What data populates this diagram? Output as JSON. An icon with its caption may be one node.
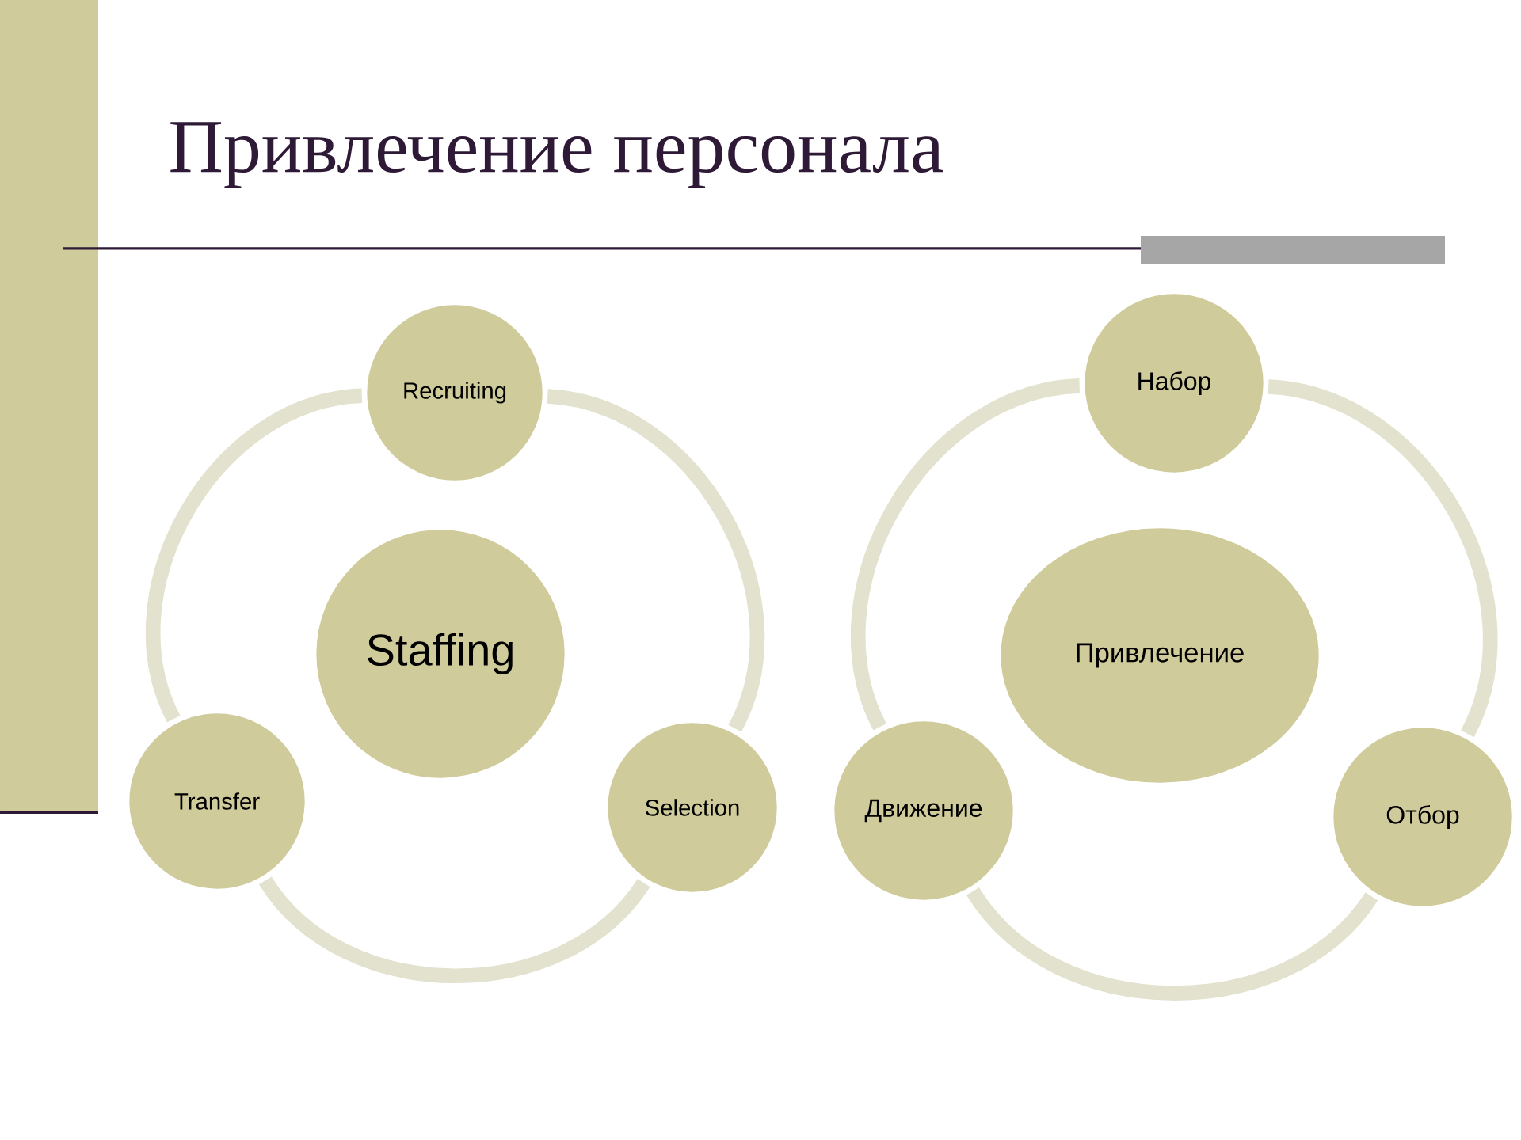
{
  "diagram": {
    "title": "Привлечение  персонала",
    "nodes": [
      {
        "text": [
          "Staffing"
        ]
      },
      {
        "text": [
          "Recruiting"
        ]
      },
      {
        "text": [
          "Selection"
        ]
      },
      {
        "text": [
          "Transfer"
        ]
      },
      {
        "text": [
          "Привлечение"
        ]
      },
      {
        "text": [
          "Набор"
        ]
      },
      {
        "text": [
          "Отбор"
        ]
      },
      {
        "text": [
          "Движение"
        ]
      }
    ],
    "edges": [
      {
        "from": 1,
        "to": 2,
        "arrow": "none"
      },
      {
        "from": 2,
        "to": 3,
        "arrow": "none"
      },
      {
        "from": 3,
        "to": 1,
        "arrow": "none"
      },
      {
        "from": 5,
        "to": 6,
        "arrow": "none"
      },
      {
        "from": 6,
        "to": 7,
        "arrow": "none"
      },
      {
        "from": 7,
        "to": 5,
        "arrow": "none"
      }
    ]
  }
}
